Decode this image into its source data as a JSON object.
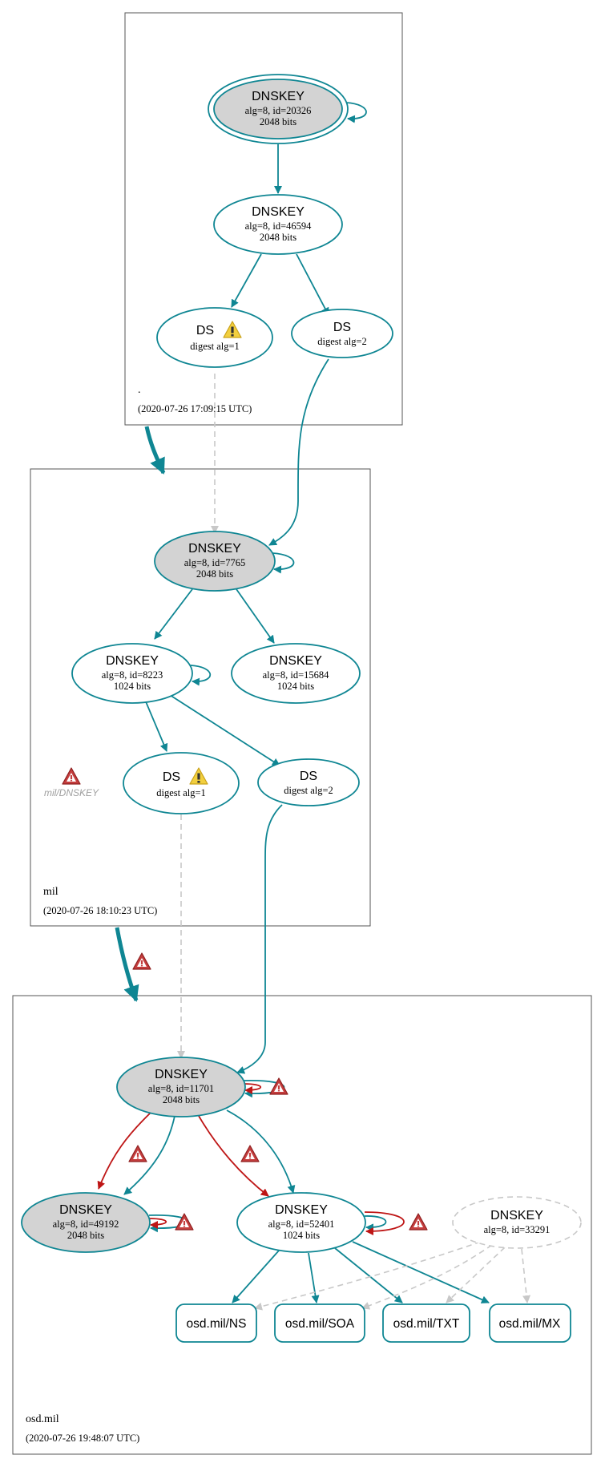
{
  "colors": {
    "valid": "#0f8693",
    "invalid": "#be1515",
    "insecure": "#c8c8c8",
    "fill_ksk": "#d3d3d3",
    "frame": "#555555",
    "warn_yellow": "#f2cf3e",
    "err_red": "#c43d3d",
    "muted_text": "#a0a0a0"
  },
  "zones": {
    "root": {
      "name": ".",
      "timestamp": "(2020-07-26 17:09:15 UTC)"
    },
    "mil": {
      "name": "mil",
      "timestamp": "(2020-07-26 18:10:23 UTC)",
      "warning_label": "mil/DNSKEY"
    },
    "osd": {
      "name": "osd.mil",
      "timestamp": "(2020-07-26 19:48:07 UTC)"
    }
  },
  "nodes": {
    "root_ksk": {
      "title": "DNSKEY",
      "line1": "alg=8, id=20326",
      "line2": "2048 bits"
    },
    "root_zsk": {
      "title": "DNSKEY",
      "line1": "alg=8, id=46594",
      "line2": "2048 bits"
    },
    "root_ds1": {
      "title": "DS",
      "line1": "digest alg=1"
    },
    "root_ds2": {
      "title": "DS",
      "line1": "digest alg=2"
    },
    "mil_ksk": {
      "title": "DNSKEY",
      "line1": "alg=8, id=7765",
      "line2": "2048 bits"
    },
    "mil_zsk1": {
      "title": "DNSKEY",
      "line1": "alg=8, id=8223",
      "line2": "1024 bits"
    },
    "mil_zsk2": {
      "title": "DNSKEY",
      "line1": "alg=8, id=15684",
      "line2": "1024 bits"
    },
    "mil_ds1": {
      "title": "DS",
      "line1": "digest alg=1"
    },
    "mil_ds2": {
      "title": "DS",
      "line1": "digest alg=2"
    },
    "osd_ksk": {
      "title": "DNSKEY",
      "line1": "alg=8, id=11701",
      "line2": "2048 bits"
    },
    "osd_k49192": {
      "title": "DNSKEY",
      "line1": "alg=8, id=49192",
      "line2": "2048 bits"
    },
    "osd_k52401": {
      "title": "DNSKEY",
      "line1": "alg=8, id=52401",
      "line2": "1024 bits"
    },
    "osd_k33291": {
      "title": "DNSKEY",
      "line1": "alg=8, id=33291"
    }
  },
  "rrsets": {
    "ns": "osd.mil/NS",
    "soa": "osd.mil/SOA",
    "txt": "osd.mil/TXT",
    "mx": "osd.mil/MX"
  }
}
